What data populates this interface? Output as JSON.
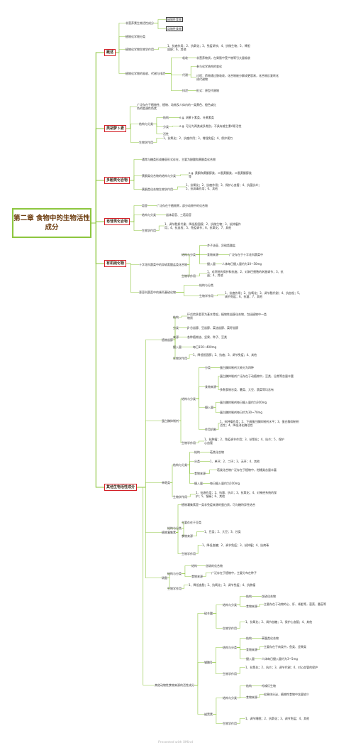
{
  "title": "第二章 食物中的生物活性成分",
  "colors": {
    "root_border": "#8dc63f",
    "branch_border": "#d31f26",
    "line": "#8dc63f"
  },
  "footer": "Presented with XMind",
  "nodes": {
    "b1": "概述",
    "b1_1": "非营养素生物活性成分",
    "b1_1a": "植物性食物",
    "b1_1b": "动物性食物",
    "b1_2": "植物化学物分类",
    "b1_3": "植物化学物生物学作用",
    "b1_3t": "1、抗癌作用；2、抗氧化；3、免疫调节；4、抗微生物；5、降胆固醇；6、其他",
    "b1_4": "植物化学物的吸收、代谢与排泄",
    "b1_4a": "吸收",
    "b1_4at": "非营养物质，在胃肠中受产物等引大量吸收",
    "b1_4b": "代谢",
    "b1_4b1": "参与化学结构的变化",
    "b1_4b2": "过程：药物通过肠吸收，化合物被分解成更容易，化合物反复转化成代谢物",
    "b1_4c": "排泄",
    "b1_4ct": "形式：原型代谢物",
    "b2": "类胡萝卜素",
    "b2_0": "广泛存在于植物性、植物、动物及人体内的一类黄色、橙色或红色的脂溶性色素",
    "b2_1": "结构与分类",
    "b2_1a": "结构",
    "b2_1at": "e.g. 胡萝卜素类、叶黄素类",
    "b2_1b": "分类",
    "b2_1bt": "e.g. 可分为两类或多类别，不具有维生素A原活性",
    "b2_1c": "活性",
    "b2_2": "生物学作用",
    "b2_2t": "1、抗氧化；2、抗癌作用；3、增强免疫；4、保护视力",
    "b3": "多酚类化合物",
    "b3_0": "通常与糖类形成糖苷形式存在，主要为酚酸和黄酮类化合物",
    "b3_1": "黄酮类化合物的结构与分类",
    "b3_1t": "e.g. 黄酮和黄酮醇类、二氢黄酮类、二氢黄酮醇类等",
    "b3_2": "黄酮类化合物生物学作用",
    "b3_2t": "1、抗氧化；2、抗癌作用；3、保护心血管；4、抗菌抗炎；5、抗病毒作用；6、其他",
    "b4": "皂苷类化合物",
    "b4_1": "皂苷",
    "b4_1t": "广泛存在于植物界，部分动物中的化合物",
    "b4_2": "结构与分类",
    "b4_2t": "甾体皂苷、三萜皂苷",
    "b4_3": "生物学作用",
    "b4_3t": "1、调节脂质代谢、降低胆固醇；2、抗微生物；3、抗肿瘤作用；4、抗血栓；5、免疫调节；6、抗氧化；7、其他",
    "b5": "有机硫化物",
    "b5_1": "十字花科蔬菜中的异硫氰酸盐类化合物",
    "b5_1a": "结构与分类",
    "b5_1a0": "芥子油苷、异硫氰酸盐",
    "b5_1a1": "食物来源",
    "b5_1a1t": "广泛存在于十字花科蔬菜中",
    "b5_1a2": "摄入量",
    "b5_1a2t": "人体每日摄入量约为10~50mg",
    "b5_1b": "生物学作用",
    "b5_1bt": "1、对肝脏的保护和抗癌；2、对淋巴细胞的刺激调节；3、抗菌；4、其他",
    "b5_2": "葱蒜科蔬菜中的烯丙基硫化物",
    "b5_2a": "结构与分类",
    "b5_2b": "生物学作用",
    "b5_2bt": "1、抗癌作用；2、抗氧化；3、调节脂代谢；4、抗血栓；5、调节免疫；6、抗菌；7、其他",
    "b6": "其他生物活性成分",
    "s1": "植物甾醇",
    "s1_1": "结构",
    "s1_1t": "环戊烷多氢菲为基本骨架，植物性甾醇化合物，包括植物中一类物质",
    "s1_2": "分类",
    "s1_2t": "β-谷甾醇、豆甾醇、菜油甾醇、菜籽甾醇",
    "s1_3": "来源",
    "s1_3t": "各种植物油、坚果、种子、豆类",
    "s1_4": "摄入量",
    "s1_4t": "每日150~400mg",
    "s1_5": "生物学作用",
    "s1_5t": "1、降低胆固醇；2、抗癌；3、调节免疫；4、其他",
    "s2": "蛋白酶抑制剂",
    "s2_1": "结构与分类",
    "s2_1a": "分类",
    "s2_1at": "蛋白酶抑制剂大致分为四种",
    "s2_1b": "食物来源",
    "s2_1b1": "蛋白酶抑制剂广泛存在于动植物中，豆类、谷类等含量丰富",
    "s2_1b2": "多数食物谷类、薯类、大豆、蔬菜等均含有",
    "s2_1c": "摄入量",
    "s2_1c1": "蛋白酶抑制剂每日摄入量约为300mg",
    "s2_1c2": "蛋白酶抑制剂每日约为30~70mg",
    "s2_1d": "作用机制",
    "s2_1dt": "1、抗肿瘤作用；2、下调蛋白酶抑制剂水平；3、蛋白酶抑制剂活性；4、降低消化酶活性",
    "s2_2": "生物学作用",
    "s2_2t": "1、抗肿瘤；2、免疫调节作用；3、抗氧化；4、抗炎；5、保护心血管",
    "s3": "单萜类",
    "s3_1": "结构与分类",
    "s3_1a": "结构",
    "s3_1at": "萜类化合物",
    "s3_1b": "分类",
    "s3_1bt": "1、单环；2、二环；3、无环；4、其他",
    "s3_1c": "食物来源",
    "s3_1ct": "萜类化合物广泛存在于植物中，柑橘类含量丰富",
    "s3_1d": "摄入量",
    "s3_1dt": "每日摄入量约为100mg",
    "s3_2": "生物学作用",
    "s3_2t": "1、抗癌作用；2、抗菌、抗炎；3、抗氧化；4、对神经系统的保护；5、镇痛；6、其他",
    "s4": "植物凝集素",
    "s4_0": "植物凝集素是一类非免疫来源的蛋白质，可与糖特异性结合",
    "s4_1": "结构与分类",
    "s4_1a": "主要存在于豆类",
    "s4_1b": "食物来源",
    "s4_1bt": "1、豆类；2、大豆；3、谷类",
    "s4_2": "生物学作用",
    "s4_2t": "1、降低血糖；2、调节免疫；3、抗肿瘤；4、抗病毒",
    "s5": "硫脂",
    "s5_1": "结构与分类",
    "s5_1a": "结构",
    "s5_1at": "含硫的化合物",
    "s5_1b": "食物来源",
    "s5_1bt": "广泛存在于植物中，主要分布在种子",
    "s5_2": "生物学作用",
    "s5_2t": "1、降低血脂；2、抗氧化；3、调节免疫；4、抗肿瘤",
    "s6": "其他动物性食物来源的活性成分",
    "s6_1": "硫辛酸",
    "s6_1a": "结构与分类",
    "s6_1a1": "结构",
    "s6_1a1t": "含硫化合物",
    "s6_1a2": "食物来源",
    "s6_1a2t": "主要存在于动物的心、肝、肾脏等，菠菜、番茄等",
    "s6_1b": "生物学作用",
    "s6_1bt": "1、抗氧化；2、调节血糖；3、保护心血管；4、其他",
    "s6_2": "辅酶Q",
    "s6_2a": "结构与分类",
    "s6_2a1": "结构",
    "s6_2a1t": "苯醌类化合物",
    "s6_2a2": "食物来源",
    "s6_2a2t": "主要存在于肉类中，鱼类、坚果类",
    "s6_2a3": "摄入量",
    "s6_2a3t": "人体每日摄入量约为3~5mg",
    "s6_2b": "生物学作用",
    "s6_2bt": "1、抗氧化；2、抗炎；3、调节代谢；4、对心血管的保护",
    "s6_3": "褪黑素",
    "s6_3a": "结构与分类",
    "s6_3a1": "结构",
    "s6_3a1t": "吲哚衍生物",
    "s6_3a2": "食物来源",
    "s6_3a2t": "松果体分泌，植物性食物中含量较少",
    "s6_3b": "生物学作用",
    "s6_3bt": "1、调节睡眠；2、抗氧化；3、调节免疫；4、其他"
  }
}
